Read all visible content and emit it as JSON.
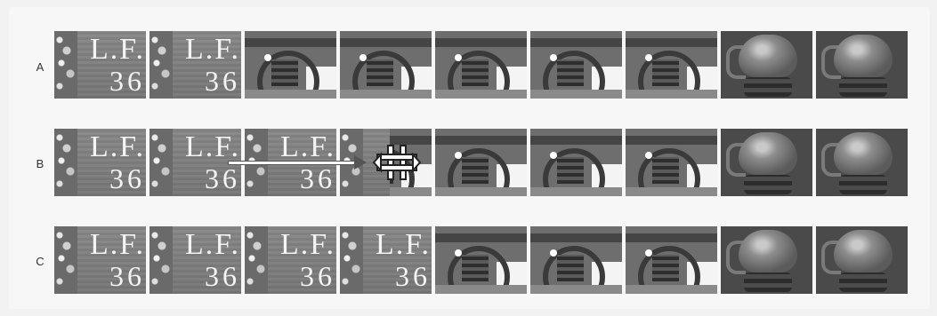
{
  "rows": [
    {
      "label": "A"
    },
    {
      "label": "B"
    },
    {
      "label": "C"
    }
  ],
  "frame_text": {
    "line1": "L.F.",
    "line2": "36"
  },
  "icons": {
    "arrow": "right-arrow-icon",
    "cursor": "move-cursor-icon"
  }
}
